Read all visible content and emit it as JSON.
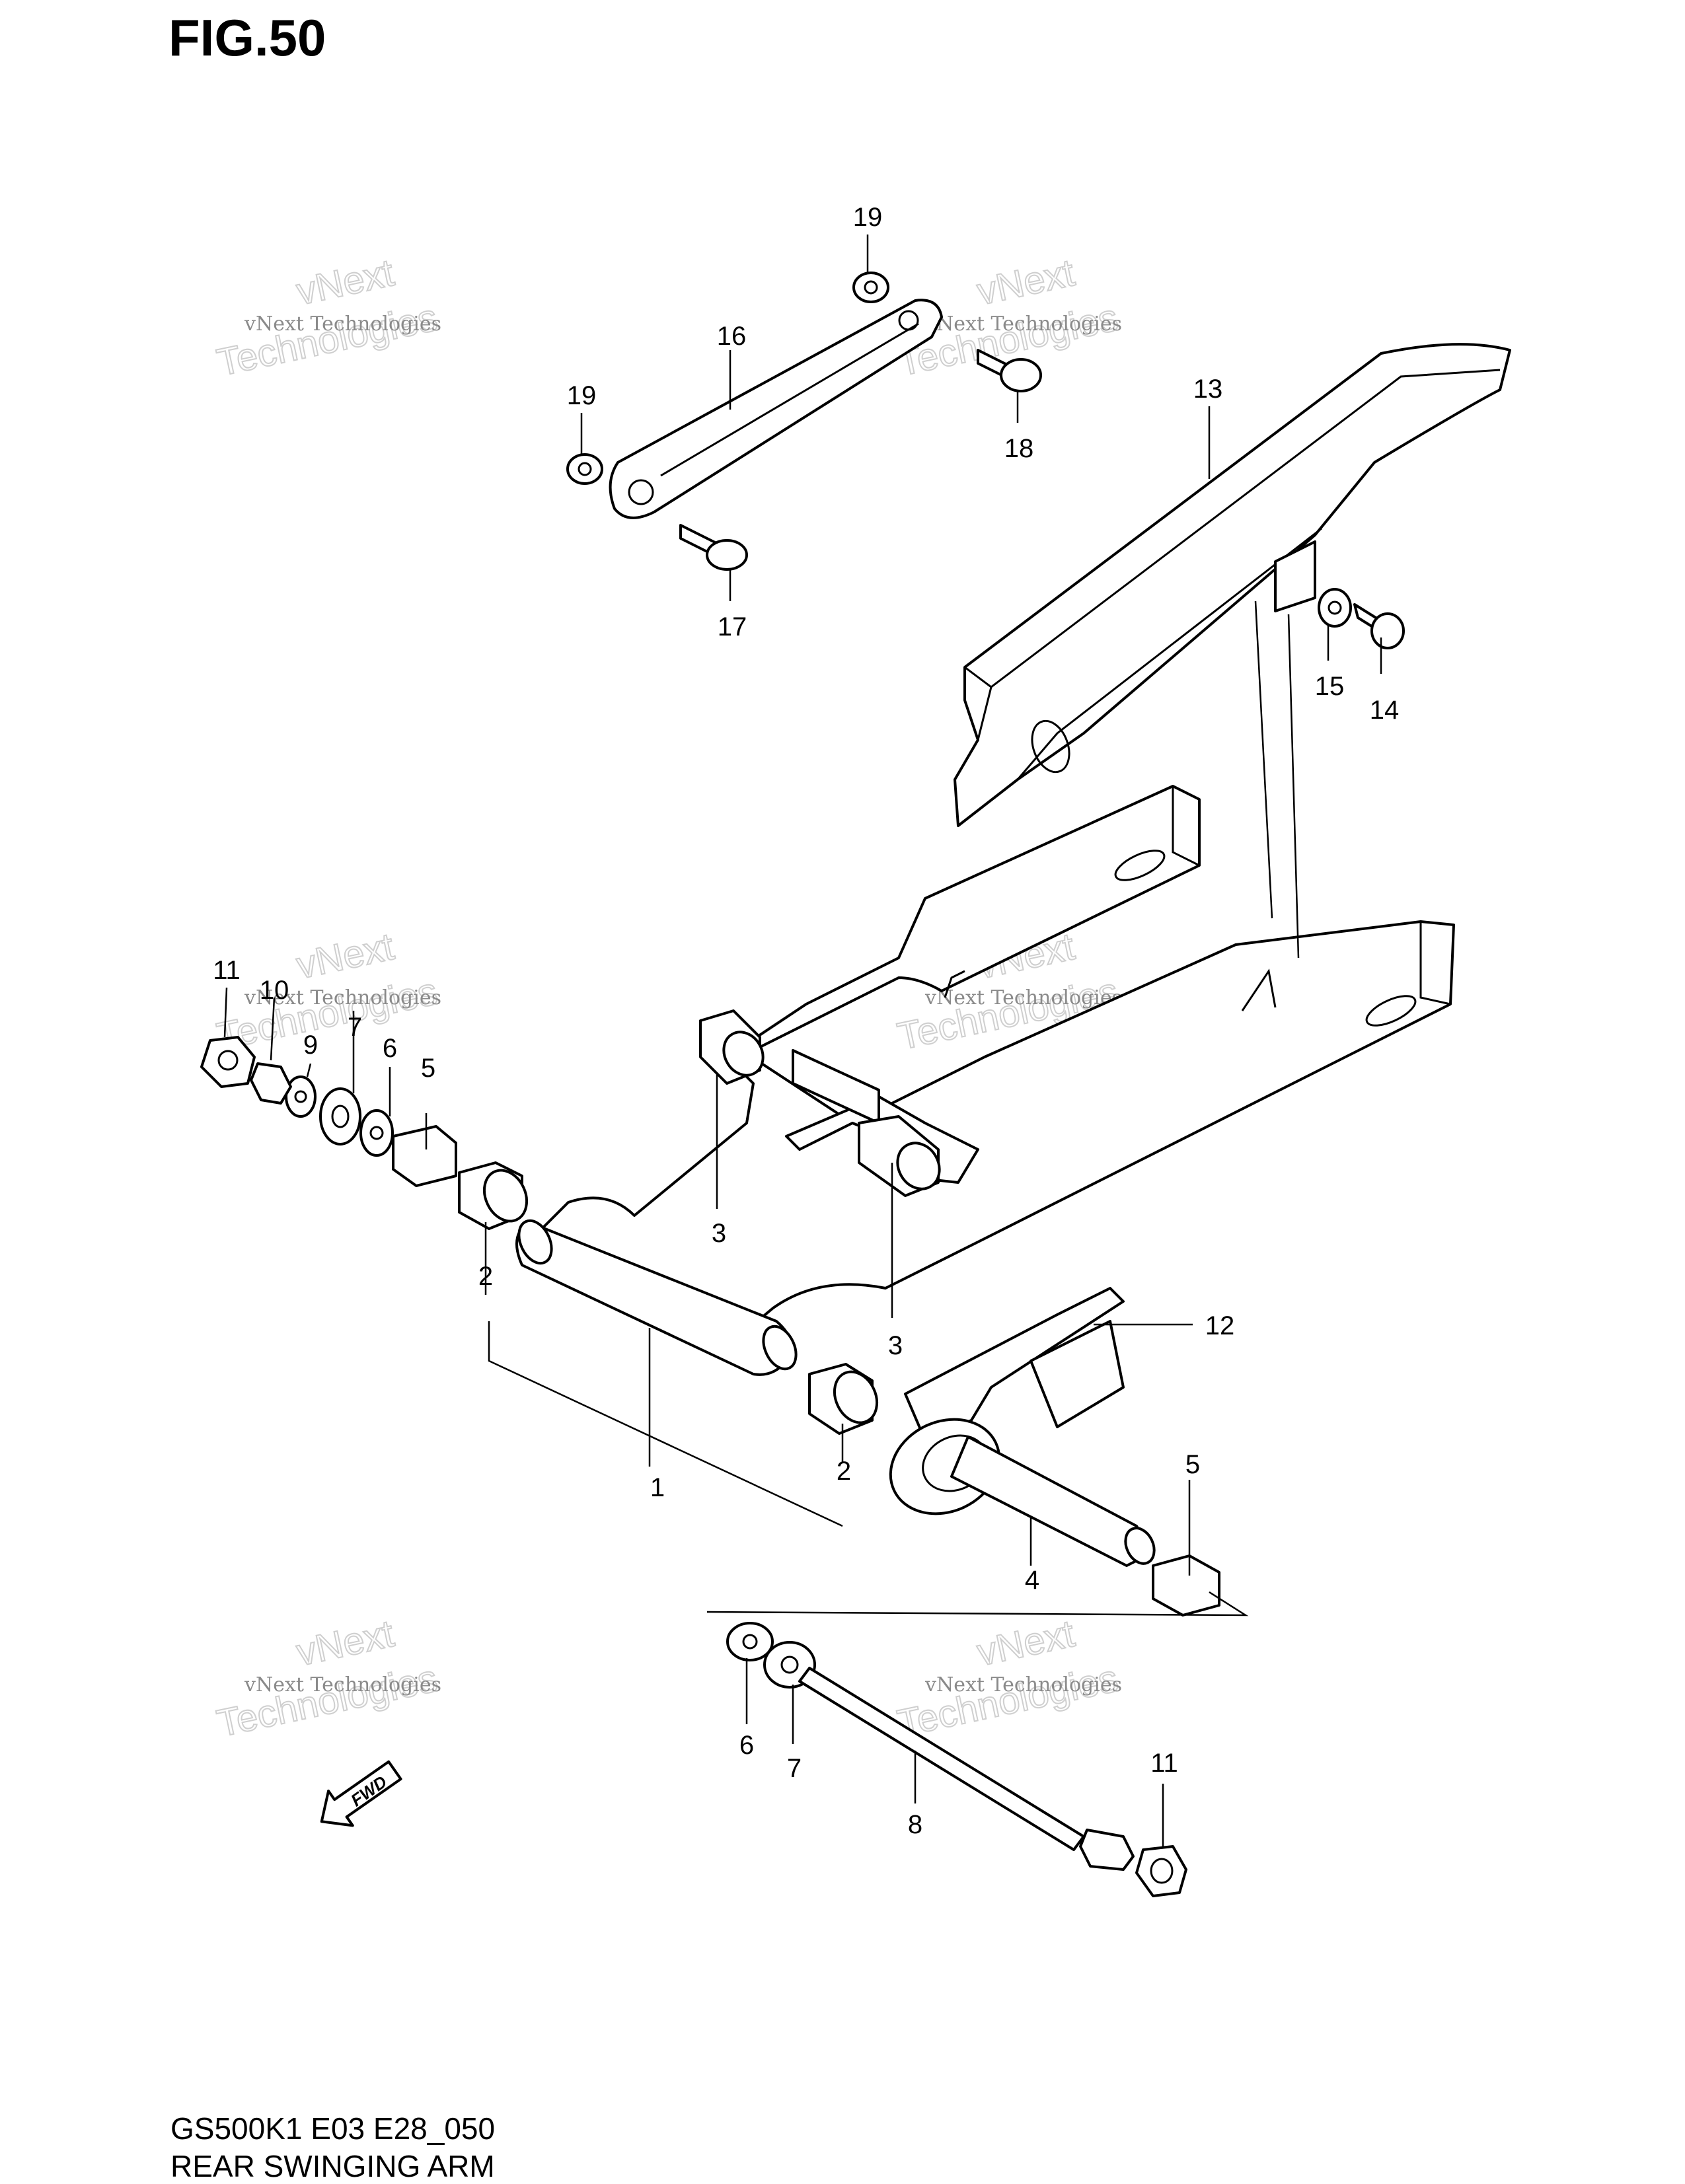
{
  "figure": {
    "title": "FIG.50",
    "model_code": "GS500K1 E03 E28_050",
    "assembly_name": "REAR SWINGING ARM"
  },
  "watermark": {
    "line1": "vNext Technologies",
    "line2": "vNext",
    "line3": "Technologies"
  },
  "fwd_arrow_label": "FWD",
  "callouts": [
    {
      "id": "c1",
      "label": "1"
    },
    {
      "id": "c2a",
      "label": "2"
    },
    {
      "id": "c2b",
      "label": "2"
    },
    {
      "id": "c3a",
      "label": "3"
    },
    {
      "id": "c3b",
      "label": "3"
    },
    {
      "id": "c4",
      "label": "4"
    },
    {
      "id": "c5a",
      "label": "5"
    },
    {
      "id": "c5b",
      "label": "5"
    },
    {
      "id": "c6a",
      "label": "6"
    },
    {
      "id": "c6b",
      "label": "6"
    },
    {
      "id": "c7a",
      "label": "7"
    },
    {
      "id": "c7b",
      "label": "7"
    },
    {
      "id": "c8",
      "label": "8"
    },
    {
      "id": "c9",
      "label": "9"
    },
    {
      "id": "c10",
      "label": "10"
    },
    {
      "id": "c11a",
      "label": "11"
    },
    {
      "id": "c11b",
      "label": "11"
    },
    {
      "id": "c12",
      "label": "12"
    },
    {
      "id": "c13",
      "label": "13"
    },
    {
      "id": "c14",
      "label": "14"
    },
    {
      "id": "c15",
      "label": "15"
    },
    {
      "id": "c16",
      "label": "16"
    },
    {
      "id": "c17",
      "label": "17"
    },
    {
      "id": "c18",
      "label": "18"
    },
    {
      "id": "c19a",
      "label": "19"
    },
    {
      "id": "c19b",
      "label": "19"
    }
  ]
}
